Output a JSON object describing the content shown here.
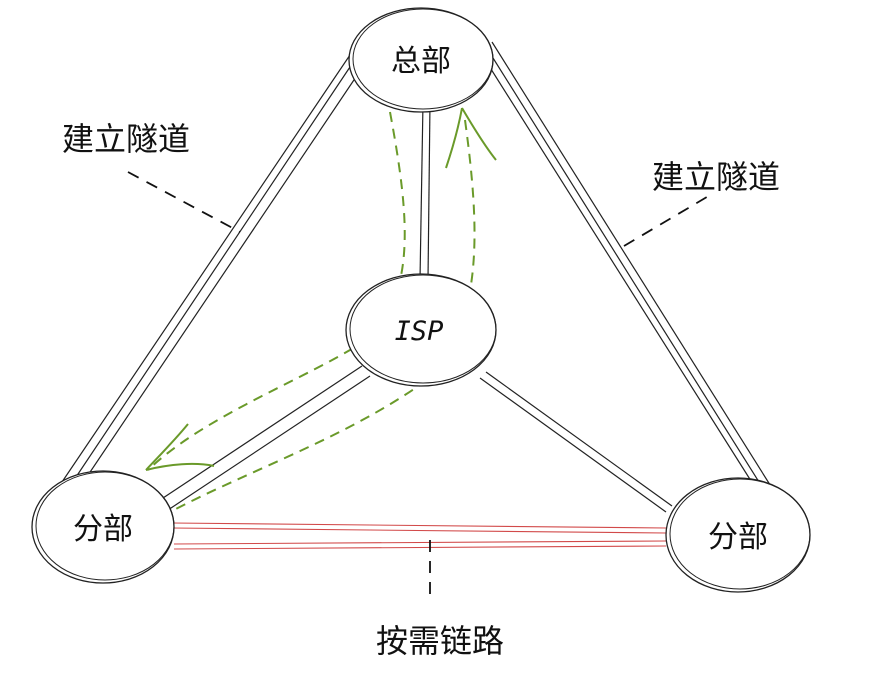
{
  "nodes": {
    "hq": {
      "label": "总部"
    },
    "isp": {
      "label": "ISP"
    },
    "branch_left": {
      "label": "分部"
    },
    "branch_right": {
      "label": "分部"
    }
  },
  "annotations": {
    "tunnel_left": "建立隧道",
    "tunnel_right": "建立隧道",
    "on_demand_link": "按需链路"
  },
  "colors": {
    "stroke": "#222222",
    "tunnel_path": "#6a9a2a",
    "on_demand_link": "#d24a4a"
  }
}
